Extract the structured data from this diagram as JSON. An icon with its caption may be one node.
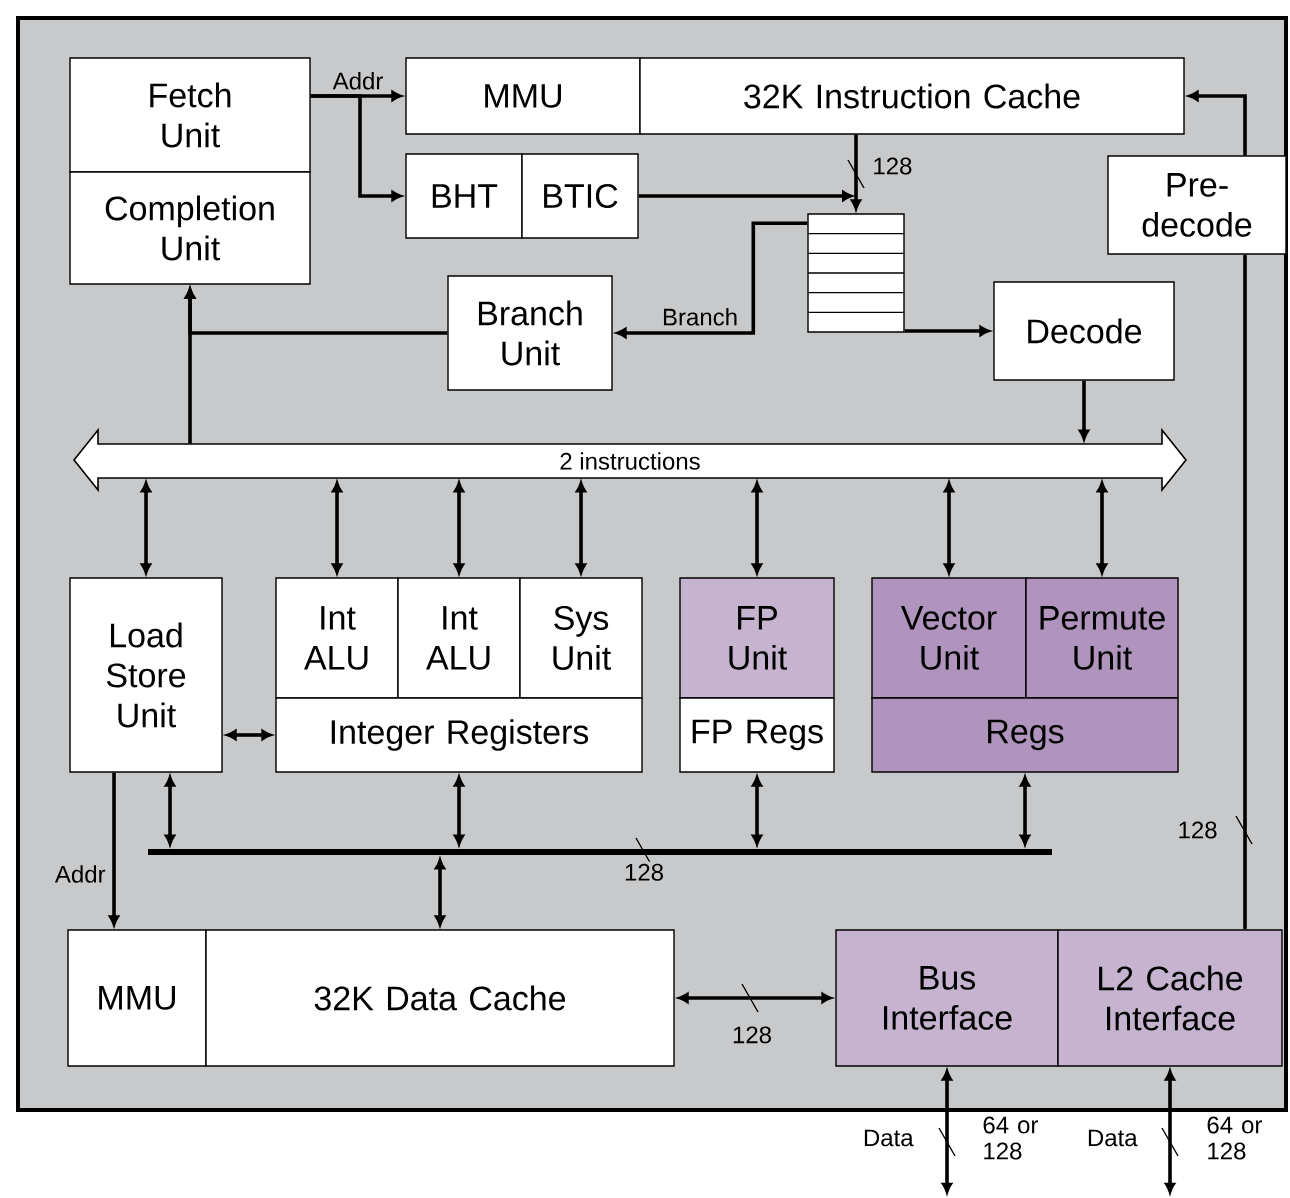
{
  "diagram": {
    "nodes": [
      {
        "text": [
          "Fetch Unit"
        ]
      },
      {
        "text": [
          "Completion Unit"
        ]
      },
      {
        "text": [
          "MMU"
        ]
      },
      {
        "text": [
          "32K Instruction Cache"
        ]
      },
      {
        "text": [
          "BHT"
        ]
      },
      {
        "text": [
          "BTIC"
        ]
      },
      {
        "text": [
          "Pre-decode"
        ]
      },
      {
        "text": [],
        "shape": "box"
      },
      {
        "text": [
          "Branch Unit"
        ]
      },
      {
        "text": [
          "Decode"
        ]
      },
      {
        "text": [
          "2 instructions"
        ]
      },
      {
        "text": [
          "Load Store Unit"
        ]
      },
      {
        "text": [
          "Int ALU"
        ]
      },
      {
        "text": [
          "Int ALU"
        ]
      },
      {
        "text": [
          "Sys Unit"
        ]
      },
      {
        "text": [
          "Integer Registers"
        ]
      },
      {
        "text": [
          "FP Unit"
        ]
      },
      {
        "text": [
          "FP Regs"
        ]
      },
      {
        "text": [
          "Vector Unit"
        ]
      },
      {
        "text": [
          "Permute Unit"
        ]
      },
      {
        "text": [
          "Regs"
        ]
      },
      {
        "text": [],
        "shape": "bar",
        "beside": [
          "128"
        ]
      },
      {
        "text": [
          "MMU"
        ]
      },
      {
        "text": [
          "32K Data Cache"
        ]
      },
      {
        "text": [
          "Bus Interface"
        ]
      },
      {
        "text": [
          "L2 Cache Interface"
        ]
      }
    ],
    "edges": [
      {
        "from": 0,
        "to": 2,
        "arrow": "to",
        "label": "Addr"
      },
      {
        "from": 0,
        "to": 4,
        "arrow": "to"
      },
      {
        "from": 3,
        "to": 7,
        "arrow": "to",
        "label": "128"
      },
      {
        "from": 5,
        "to": 7,
        "arrow": "to"
      },
      {
        "from": 7,
        "to": 8,
        "arrow": "to",
        "label": "Branch"
      },
      {
        "from": 7,
        "to": 9,
        "arrow": "to"
      },
      {
        "from": 8,
        "to": 1,
        "arrow": "to"
      },
      {
        "from": 10,
        "to": 1,
        "arrow": "to"
      },
      {
        "from": 9,
        "to": 10,
        "arrow": "to"
      },
      {
        "from": 25,
        "to": 6,
        "arrow": "none",
        "label": "128"
      },
      {
        "from": 6,
        "to": 3,
        "arrow": "to"
      },
      {
        "from": 10,
        "to": 11,
        "arrow": "both"
      },
      {
        "from": 10,
        "to": 12,
        "arrow": "both"
      },
      {
        "from": 10,
        "to": 13,
        "arrow": "both"
      },
      {
        "from": 10,
        "to": 14,
        "arrow": "both"
      },
      {
        "from": 10,
        "to": 16,
        "arrow": "both"
      },
      {
        "from": 10,
        "to": 18,
        "arrow": "both"
      },
      {
        "from": 10,
        "to": 19,
        "arrow": "both"
      },
      {
        "from": 11,
        "to": 15,
        "arrow": "both"
      },
      {
        "from": 11,
        "to": 22,
        "arrow": "to",
        "label": "Addr"
      },
      {
        "from": 11,
        "to": 21,
        "arrow": "both"
      },
      {
        "from": 15,
        "to": 21,
        "arrow": "both"
      },
      {
        "from": 17,
        "to": 21,
        "arrow": "both"
      },
      {
        "from": 20,
        "to": 21,
        "arrow": "both"
      },
      {
        "from": 21,
        "to": 23,
        "arrow": "both"
      },
      {
        "from": 23,
        "to": 24,
        "arrow": "both",
        "label": "128"
      },
      {
        "from": 24,
        "to": null,
        "arrow": "both",
        "label": "Data"
      },
      {
        "from": 25,
        "to": null,
        "arrow": "both",
        "label": "Data"
      }
    ],
    "labels": [
      "64 or 128",
      "64 or 128"
    ]
  }
}
